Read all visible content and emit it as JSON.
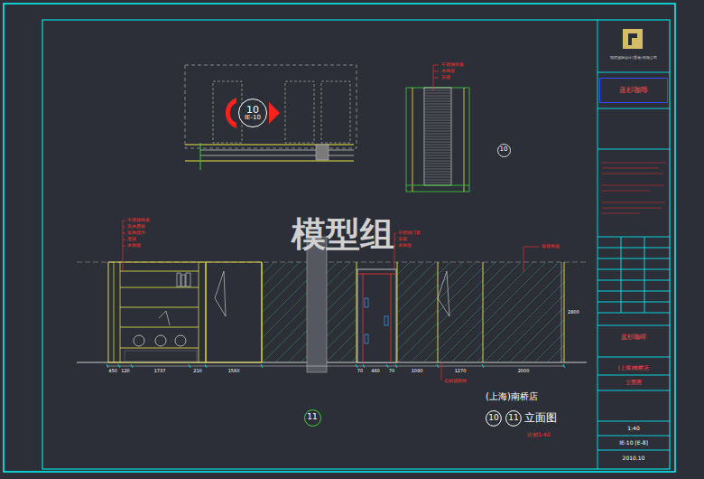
{
  "diagram": {
    "title": "立面图",
    "nodes": [
      {
        "text": [
          "10",
          "IE-10"
        ]
      },
      {
        "text": [
          "10"
        ]
      },
      {
        "text": [
          "11"
        ]
      },
      {
        "text": [
          "10"
        ]
      },
      {
        "text": [
          "11"
        ]
      },
      {
        "text": [
          "蓝杉咖啡"
        ]
      }
    ],
    "labels": [
      "模型组",
      "(上海)南桥店",
      "比例1:40",
      "恒炬国际设计(香港)有限公司",
      "蓝杉咖啡",
      "(上海)南桥店",
      "立面图",
      "1:40",
      "IE-10 [E-8]",
      "2010.10",
      "450",
      "120",
      "1737",
      "210",
      "1560",
      "70",
      "460",
      "70",
      "1090",
      "1270",
      "2000",
      "2800",
      "不锈钢线条",
      "实木层板",
      "装饰摆件",
      "黑镜",
      "木饰面",
      "不锈钢门套",
      "灰镜",
      "木饰面",
      "银镜饰面",
      "石材踢脚线",
      "不锈钢线条",
      "木饰面",
      "灰镜"
    ]
  }
}
